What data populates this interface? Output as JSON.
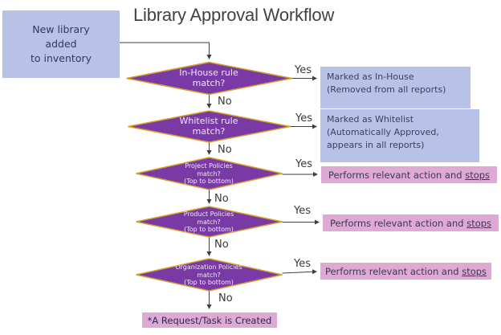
{
  "title": "Library Approval Workflow",
  "colors": {
    "diamond_fill": "#7a3aa6",
    "diamond_border": "#d4a02f",
    "info_box_bg": "#b7c2e6",
    "action_box_bg": "#dfa9d5",
    "connector": "#3f3f3f"
  },
  "start": {
    "lines": [
      "New library",
      "added",
      "to inventory"
    ]
  },
  "decisions": [
    {
      "lines": [
        "In-House rule",
        "match?"
      ],
      "yes": "Yes",
      "no": "No"
    },
    {
      "lines": [
        "Whitelist rule",
        "match?"
      ],
      "yes": "Yes",
      "no": "No"
    },
    {
      "lines": [
        "Project Policies",
        "match?",
        "(Top to bottom)"
      ],
      "yes": "Yes",
      "no": "No"
    },
    {
      "lines": [
        "Product Policies",
        "match?",
        "(Top to bottom)"
      ],
      "yes": "Yes",
      "no": "No"
    },
    {
      "lines": [
        "Organization Policies",
        "match?",
        "(Top to bottom)"
      ],
      "yes": "Yes",
      "no": "No"
    }
  ],
  "outcomes": {
    "in_house": {
      "lines": [
        "Marked as In-House",
        "(Removed from all reports)"
      ]
    },
    "whitelist": {
      "lines": [
        "Marked as Whitelist",
        "(Automatically Approved,",
        "appears in all reports)"
      ]
    },
    "action": {
      "text": "Performs relevant action and ",
      "emphasis": "stops"
    }
  },
  "end": {
    "text": "*A Request/Task is Created"
  }
}
